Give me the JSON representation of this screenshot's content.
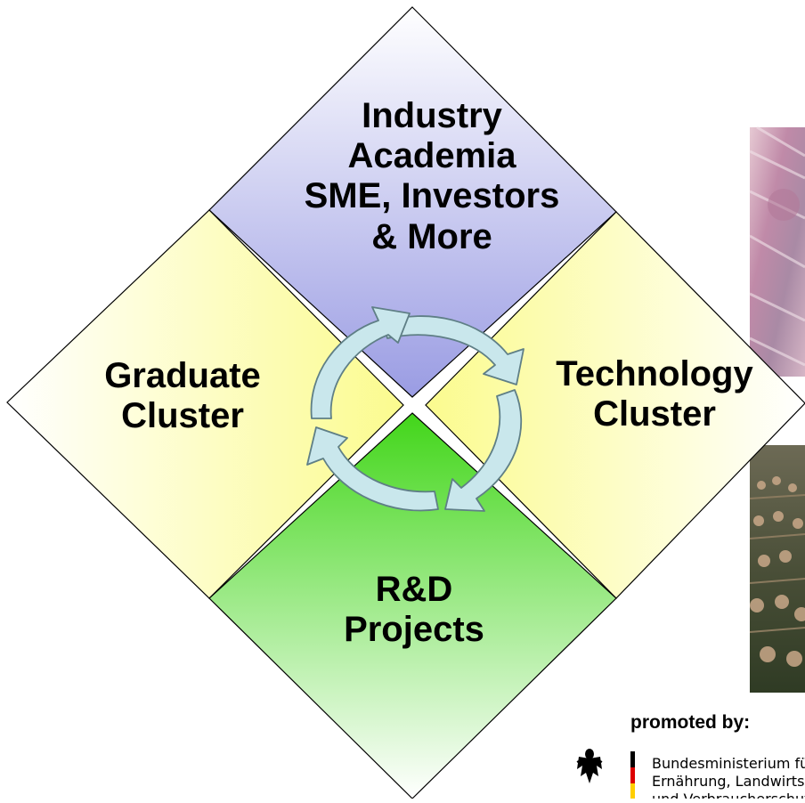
{
  "quadrants": {
    "top": {
      "lines": [
        "Industry",
        "Academia",
        "SME, Investors",
        "& More"
      ],
      "color": "#b6b8ec"
    },
    "left": {
      "lines": [
        "Graduate",
        "Cluster"
      ],
      "color": "#fdfdb5"
    },
    "right": {
      "lines": [
        "Technology",
        "Cluster"
      ],
      "color": "#fdfdb5"
    },
    "bottom": {
      "lines": [
        "R&D",
        "Projects"
      ],
      "color": "#a8ec78"
    }
  },
  "cycle_arrows": {
    "fill": "#c9e7ec",
    "stroke": "#5f7f86",
    "count": 4
  },
  "footer": {
    "promoted_by": "promoted by:",
    "ministry_lines": [
      "Bundesministerium für",
      "Ernährung, Landwirtsc",
      "und Verbraucherschutz"
    ],
    "emblem": "federal-eagle-icon",
    "stripe_colors": [
      "#000000",
      "#dd0000",
      "#ffce00"
    ]
  }
}
